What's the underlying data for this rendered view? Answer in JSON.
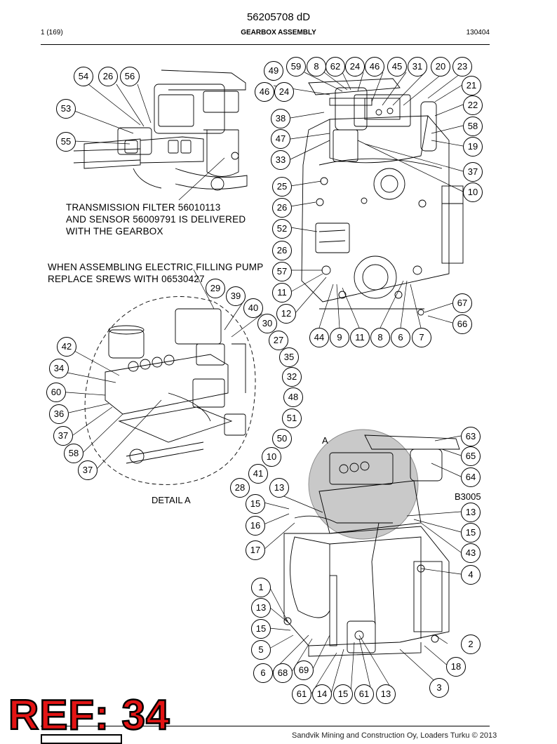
{
  "header": {
    "doc_number": "56205708 dD",
    "page_info": "1 (169)",
    "section_title": "GEARBOX ASSEMBLY",
    "doc_code": "130404"
  },
  "notes": {
    "filter_line1": "TRANSMISSION FILTER 56010113",
    "filter_line2": "AND SENSOR 56009791 IS DELIVERED",
    "filter_line3": "WITH THE GEARBOX",
    "pump_line1": "WHEN ASSEMBLING ELECTRIC FILLING PUMP",
    "pump_line2": "REPLACE SREWS WITH 06530427"
  },
  "labels": {
    "detail": "DETAIL A",
    "detail_marker": "A",
    "sensor": "B3005"
  },
  "stamp": {
    "text": "REF: 34"
  },
  "footer": {
    "text": "Sandvik Mining and Construction Oy, Loaders Turku © 2013"
  },
  "callouts": [
    "54",
    "26",
    "56",
    "53",
    "55",
    "49",
    "59",
    "8",
    "62",
    "24",
    "46",
    "45",
    "31",
    "20",
    "23",
    "46",
    "24",
    "21",
    "38",
    "22",
    "58",
    "47",
    "19",
    "33",
    "37",
    "10",
    "25",
    "26",
    "52",
    "26",
    "57",
    "11",
    "12",
    "44",
    "9",
    "11",
    "8",
    "6",
    "7",
    "67",
    "66",
    "29",
    "39",
    "40",
    "30",
    "27",
    "42",
    "35",
    "34",
    "32",
    "60",
    "48",
    "36",
    "51",
    "37",
    "50",
    "58",
    "10",
    "37",
    "41",
    "28",
    "63",
    "65",
    "64",
    "13",
    "15",
    "13",
    "16",
    "15",
    "17",
    "43",
    "4",
    "1",
    "13",
    "15",
    "5",
    "6",
    "68",
    "69",
    "61",
    "14",
    "15",
    "61",
    "13",
    "3",
    "18",
    "2"
  ]
}
